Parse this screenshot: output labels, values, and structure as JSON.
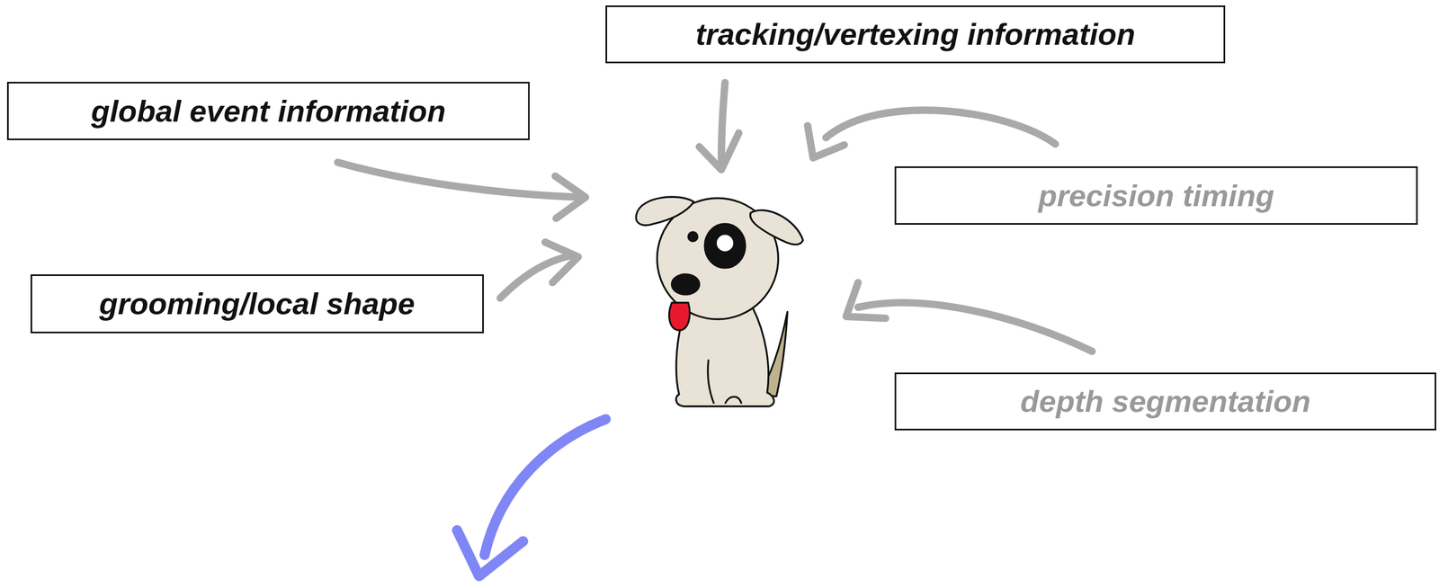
{
  "diagram": {
    "nodes": [
      {
        "text": [
          "tracking/vertexing information"
        ]
      },
      {
        "text": [
          "global event information"
        ]
      },
      {
        "text": [
          "precision timing"
        ]
      },
      {
        "text": [
          "grooming/local shape"
        ]
      },
      {
        "text": [
          "depth segmentation"
        ]
      }
    ]
  }
}
